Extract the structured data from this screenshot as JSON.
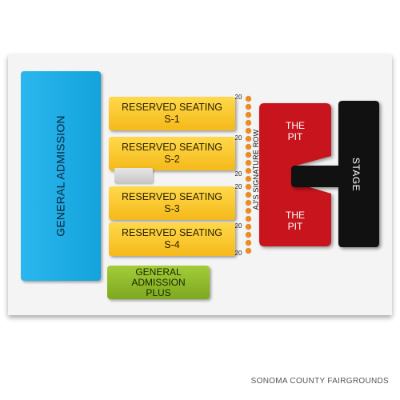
{
  "venue_name": "SONOMA COUNTY FAIRGROUNDS",
  "sections": {
    "general_admission": "GENERAL ADMISSION",
    "reserved": [
      {
        "line1": "RESERVED SEATING",
        "line2": "S-1"
      },
      {
        "line1": "RESERVED SEATING",
        "line2": "S-2"
      },
      {
        "line1": "RESERVED SEATING",
        "line2": "S-3"
      },
      {
        "line1": "RESERVED SEATING",
        "line2": "S-4"
      }
    ],
    "ga_plus": {
      "line1": "GENERAL",
      "line2": "ADMISSION",
      "line3": "PLUS"
    },
    "signature_row": "AJ'S SIGNATURE ROW",
    "pit_top": {
      "line1": "THE",
      "line2": "PIT"
    },
    "pit_bottom": {
      "line1": "THE",
      "line2": "PIT"
    },
    "stage": "STAGE"
  },
  "row_numbers": [
    "20",
    "20",
    "20",
    "20",
    "20",
    "20"
  ],
  "colors": {
    "general_admission": "#14a3dc",
    "reserved": "#f5b91a",
    "ga_plus": "#7da91f",
    "pit": "#c8141c",
    "stage": "#111111",
    "signature_dots": "#f08a1c",
    "unavailable": "#cfcfcf"
  }
}
